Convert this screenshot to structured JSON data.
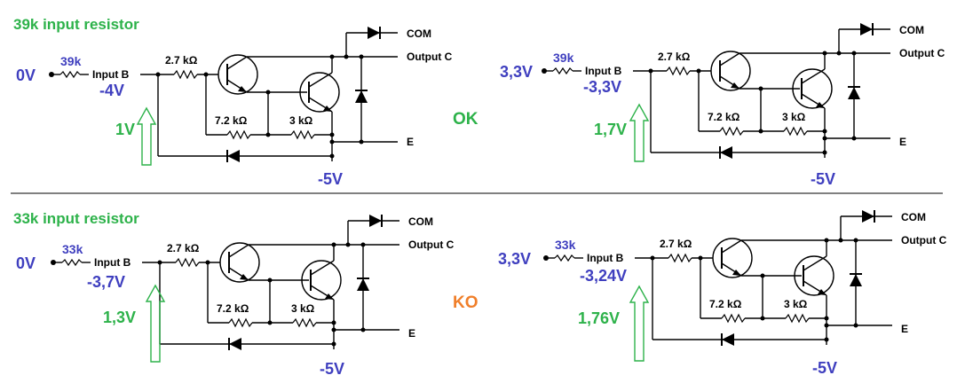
{
  "colors": {
    "green": "#2db24a",
    "blue": "#3f3fbf",
    "orange": "#f07f2a",
    "wire": "#000000",
    "divider": "#000000"
  },
  "sections": [
    {
      "title": "39k input resistor",
      "status": "OK",
      "status_color": "green",
      "circuits": [
        {
          "input_voltage": "0V",
          "input_resistor": "39k",
          "input_label": "Input B",
          "node_voltage": "-4V",
          "base_voltage": "1V",
          "r1": "2.7 kΩ",
          "r2": "7.2 kΩ",
          "r3": "3 kΩ",
          "com_label": "COM",
          "output_label": "Output C",
          "emitter_label": "E",
          "supply_voltage": "-5V"
        },
        {
          "input_voltage": "3,3V",
          "input_resistor": "39k",
          "input_label": "Input B",
          "node_voltage": "-3,3V",
          "base_voltage": "1,7V",
          "r1": "2.7 kΩ",
          "r2": "7.2 kΩ",
          "r3": "3 kΩ",
          "com_label": "COM",
          "output_label": "Output C",
          "emitter_label": "E",
          "supply_voltage": "-5V"
        }
      ]
    },
    {
      "title": "33k input resistor",
      "status": "KO",
      "status_color": "orange",
      "circuits": [
        {
          "input_voltage": "0V",
          "input_resistor": "33k",
          "input_label": "Input B",
          "node_voltage": "-3,7V",
          "base_voltage": "1,3V",
          "r1": "2.7 kΩ",
          "r2": "7.2 kΩ",
          "r3": "3 kΩ",
          "com_label": "COM",
          "output_label": "Output C",
          "emitter_label": "E",
          "supply_voltage": "-5V"
        },
        {
          "input_voltage": "3,3V",
          "input_resistor": "33k",
          "input_label": "Input B",
          "node_voltage": "-3,24V",
          "base_voltage": "1,76V",
          "r1": "2.7 kΩ",
          "r2": "7.2 kΩ",
          "r3": "3 kΩ",
          "com_label": "COM",
          "output_label": "Output C",
          "emitter_label": "E",
          "supply_voltage": "-5V"
        }
      ]
    }
  ]
}
